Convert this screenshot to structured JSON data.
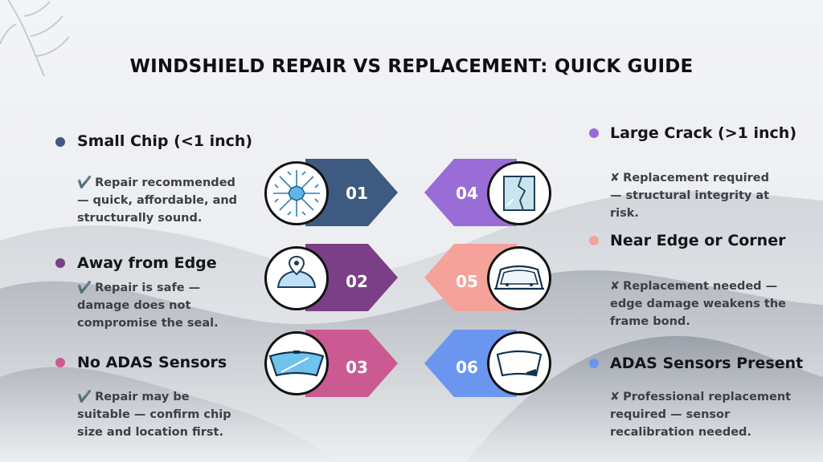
{
  "title": "WINDSHIELD REPAIR VS REPLACEMENT: QUICK GUIDE",
  "colors": {
    "step_01": "#3f5a80",
    "step_02": "#7a3f86",
    "step_03": "#cc5a92",
    "step_04": "#9a6cd6",
    "step_05": "#f4a29a",
    "step_06": "#6a96f0"
  },
  "steps": [
    {
      "num": "01",
      "heading": "Small Chip (<1 inch)",
      "check": "✔️",
      "text": "Repair recommended — quick, affordable, and structurally sound.",
      "icon": "chip-star-icon"
    },
    {
      "num": "02",
      "heading": "Away from Edge",
      "check": "✔️",
      "text": "Repair is safe — damage does not compromise the seal.",
      "icon": "windshield-pin-icon"
    },
    {
      "num": "03",
      "heading": "No ADAS Sensors",
      "check": "✔️",
      "text": "Repair may be suitable — confirm chip size and location first.",
      "icon": "windshield-wiper-icon"
    },
    {
      "num": "04",
      "heading": "Large Crack (>1 inch)",
      "check": "✘",
      "text": "Replacement required — structural integrity at risk.",
      "icon": "cracked-glass-icon"
    },
    {
      "num": "05",
      "heading": "Near Edge or Corner",
      "check": "✘",
      "text": "Replacement needed — edge damage weakens the frame bond.",
      "icon": "car-windshield-icon"
    },
    {
      "num": "06",
      "heading": "ADAS Sensors Present",
      "check": "✘",
      "text": "Professional replacement required — sensor recalibration needed.",
      "icon": "windshield-corner-icon"
    }
  ]
}
